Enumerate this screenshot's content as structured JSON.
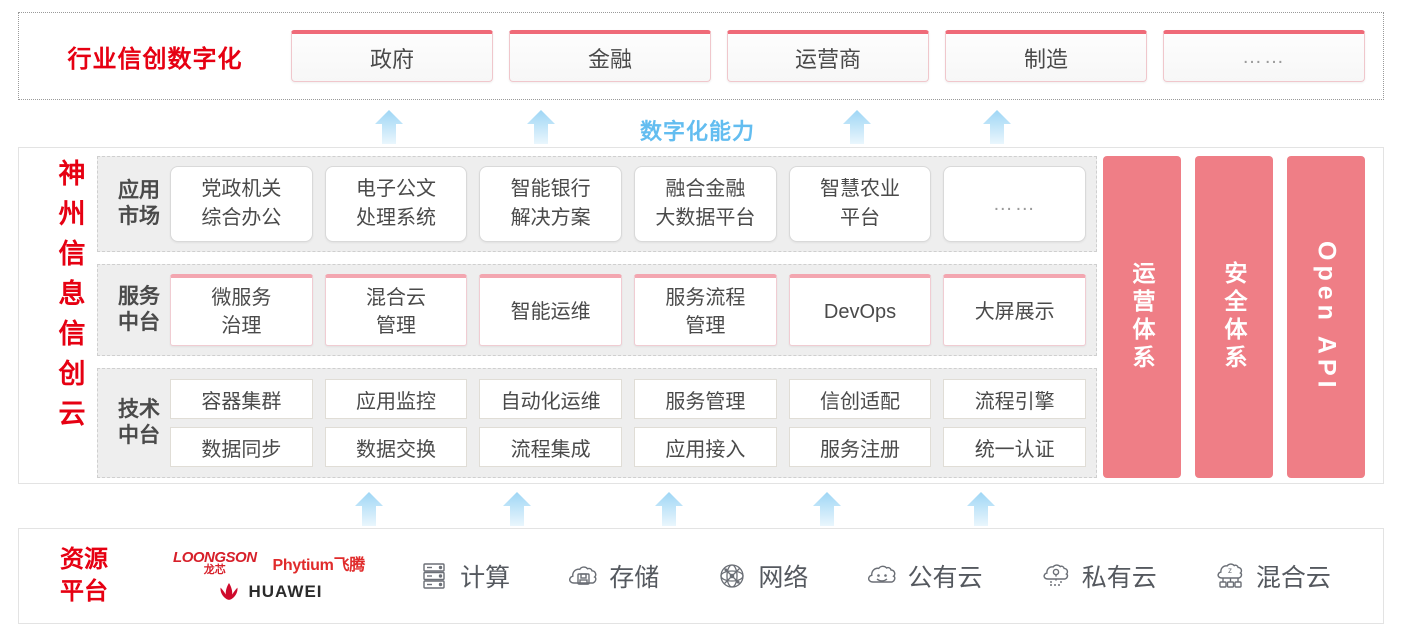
{
  "industry": {
    "title": "行业信创数字化",
    "cards": [
      {
        "label": "政府"
      },
      {
        "label": "金融"
      },
      {
        "label": "运营商"
      },
      {
        "label": "制造"
      },
      {
        "label": "……"
      }
    ]
  },
  "capability": {
    "label": "数字化能力",
    "color": "#63bdf0",
    "top_arrow_count": 4,
    "bottom_arrow_count": 5
  },
  "cloud": {
    "title_chars": [
      "神",
      "州",
      "信",
      "息",
      "信",
      "创",
      "云"
    ],
    "title": "神州信息信创云",
    "rows": [
      {
        "key": "application-market",
        "label": "应用\n市场",
        "label_lines": [
          "应用",
          "市场"
        ],
        "cells": [
          {
            "lines": [
              "党政机关",
              "综合办公"
            ]
          },
          {
            "lines": [
              "电子公文",
              "处理系统"
            ]
          },
          {
            "lines": [
              "智能银行",
              "解决方案"
            ]
          },
          {
            "lines": [
              "融合金融",
              "大数据平台"
            ]
          },
          {
            "lines": [
              "智慧农业",
              "平台"
            ]
          },
          {
            "lines": [
              "……"
            ],
            "dots": true
          }
        ]
      },
      {
        "key": "service-platform",
        "label_lines": [
          "服务",
          "中台"
        ],
        "cells": [
          {
            "lines": [
              "微服务",
              "治理"
            ]
          },
          {
            "lines": [
              "混合云",
              "管理"
            ]
          },
          {
            "lines": [
              "智能运维"
            ]
          },
          {
            "lines": [
              "服务流程",
              "管理"
            ]
          },
          {
            "lines": [
              "DevOps"
            ]
          },
          {
            "lines": [
              "大屏展示"
            ]
          }
        ]
      },
      {
        "key": "technology-platform",
        "label_lines": [
          "技术",
          "中台"
        ],
        "grid": [
          [
            "容器集群",
            "应用监控",
            "自动化运维",
            "服务管理",
            "信创适配",
            "流程引擎"
          ],
          [
            "数据同步",
            "数据交换",
            "流程集成",
            "应用接入",
            "服务注册",
            "统一认证"
          ]
        ]
      }
    ],
    "pillars": [
      {
        "label": "运营体系",
        "latin": false
      },
      {
        "label": "安全体系",
        "latin": false
      },
      {
        "label": "Open API",
        "latin": true
      }
    ],
    "pillar_color": "#ef7e86"
  },
  "resource": {
    "title_lines": [
      "资源",
      "平台"
    ],
    "vendors": [
      {
        "name": "LOONGSON",
        "cn": "龙芯",
        "id": "loongson-logo"
      },
      {
        "name": "Phytium飞腾",
        "id": "phytium-logo"
      },
      {
        "name": "HUAWEI",
        "id": "huawei-logo"
      }
    ],
    "items": [
      {
        "label": "计算",
        "icon": "server-icon"
      },
      {
        "label": "存储",
        "icon": "cloud-storage-icon"
      },
      {
        "label": "网络",
        "icon": "network-icon"
      },
      {
        "label": "公有云",
        "icon": "public-cloud-icon"
      },
      {
        "label": "私有云",
        "icon": "private-cloud-icon"
      },
      {
        "label": "混合云",
        "icon": "hybrid-cloud-icon"
      }
    ]
  }
}
